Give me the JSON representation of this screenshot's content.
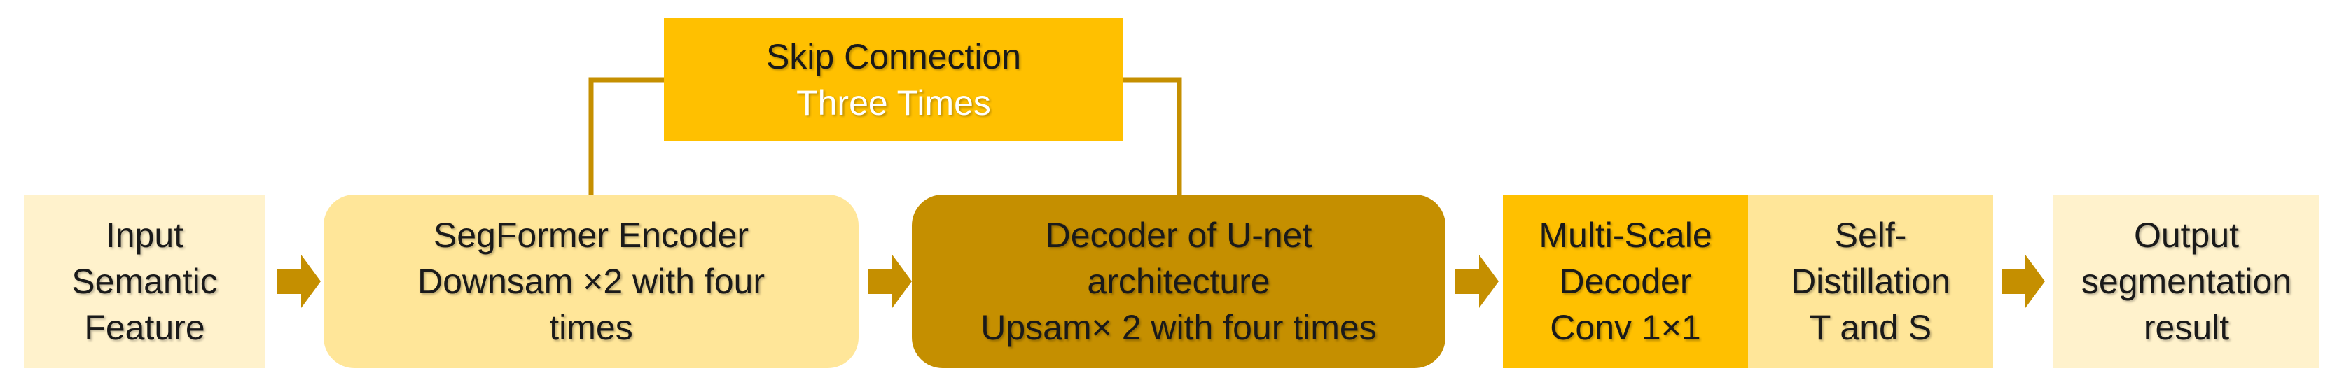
{
  "diagram": {
    "input": {
      "lines": [
        "Input",
        "Semantic",
        "Feature"
      ]
    },
    "encoder": {
      "lines": [
        "SegFormer Encoder",
        "Downsam ×2 with four",
        "times"
      ]
    },
    "decoder": {
      "lines": [
        "Decoder of U-net",
        "architecture",
        "Upsam× 2 with four times"
      ]
    },
    "multi_scale_decoder": {
      "lines": [
        "Multi-Scale",
        "Decoder",
        "Conv 1×1"
      ]
    },
    "self_distillation": {
      "lines": [
        "Self-",
        "Distillation",
        "T and S"
      ]
    },
    "output": {
      "lines": [
        "Output",
        "segmentation",
        "result"
      ]
    },
    "skip_connection": {
      "title": "Skip Connection",
      "subtitle": "Three Times"
    }
  },
  "colors": {
    "light": "#fff2cc",
    "mid": "#ffe699",
    "gold": "#ffc000",
    "dark": "#c58f00",
    "arrow": "#c58f00",
    "connector": "#c58f00"
  }
}
